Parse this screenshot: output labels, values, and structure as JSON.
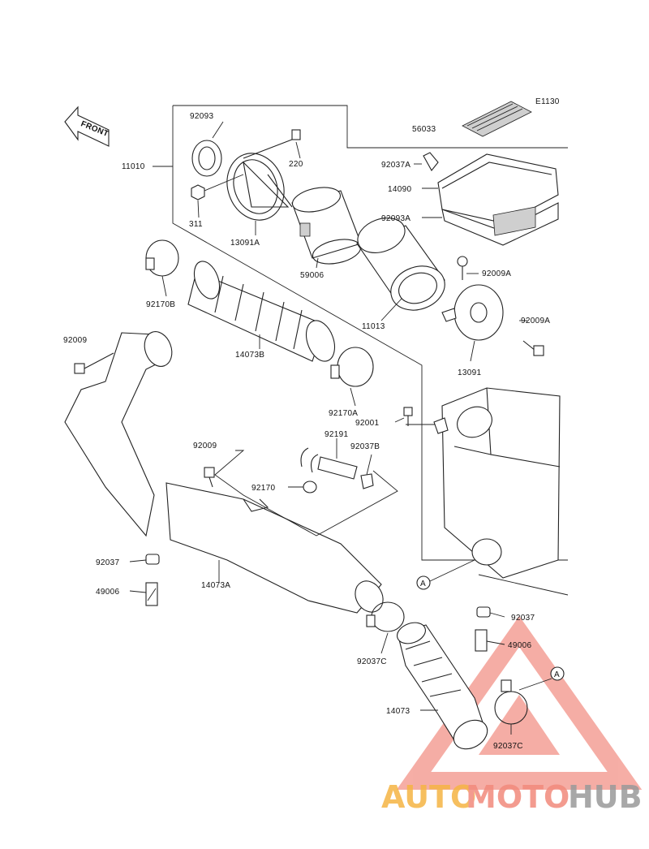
{
  "diagram_code": "E1130",
  "front_label": "FRONT",
  "callout_letter": "A",
  "parts": {
    "p92093": "92093",
    "p220": "220",
    "p11010": "11010",
    "p56033": "56033",
    "p92037A": "92037A",
    "p14090": "14090",
    "p92093A": "92093A",
    "p311": "311",
    "p13091A": "13091A",
    "p59006": "59006",
    "p92009A_top": "92009A",
    "p92170B": "92170B",
    "p11013": "11013",
    "p92009A_side": "92009A",
    "p92009_left": "92009",
    "p14073B": "14073B",
    "p13091": "13091",
    "p92170A": "92170A",
    "p92001": "92001",
    "p92191": "92191",
    "p92009_mid": "92009",
    "p92037B": "92037B",
    "p92170": "92170",
    "p92037_left": "92037",
    "p14073A": "14073A",
    "p49006_left": "49006",
    "p92037_right": "92037",
    "p49006_right": "49006",
    "p92037C_left": "92037C",
    "p14073": "14073",
    "p92037C_right": "92037C"
  },
  "watermark": {
    "part1": "AUTO",
    "part2": "MOTO",
    "part3": "HUB",
    "colors": {
      "red": "#f28a7c",
      "orange": "#f5b544",
      "gray": "#9a9a9a"
    }
  }
}
